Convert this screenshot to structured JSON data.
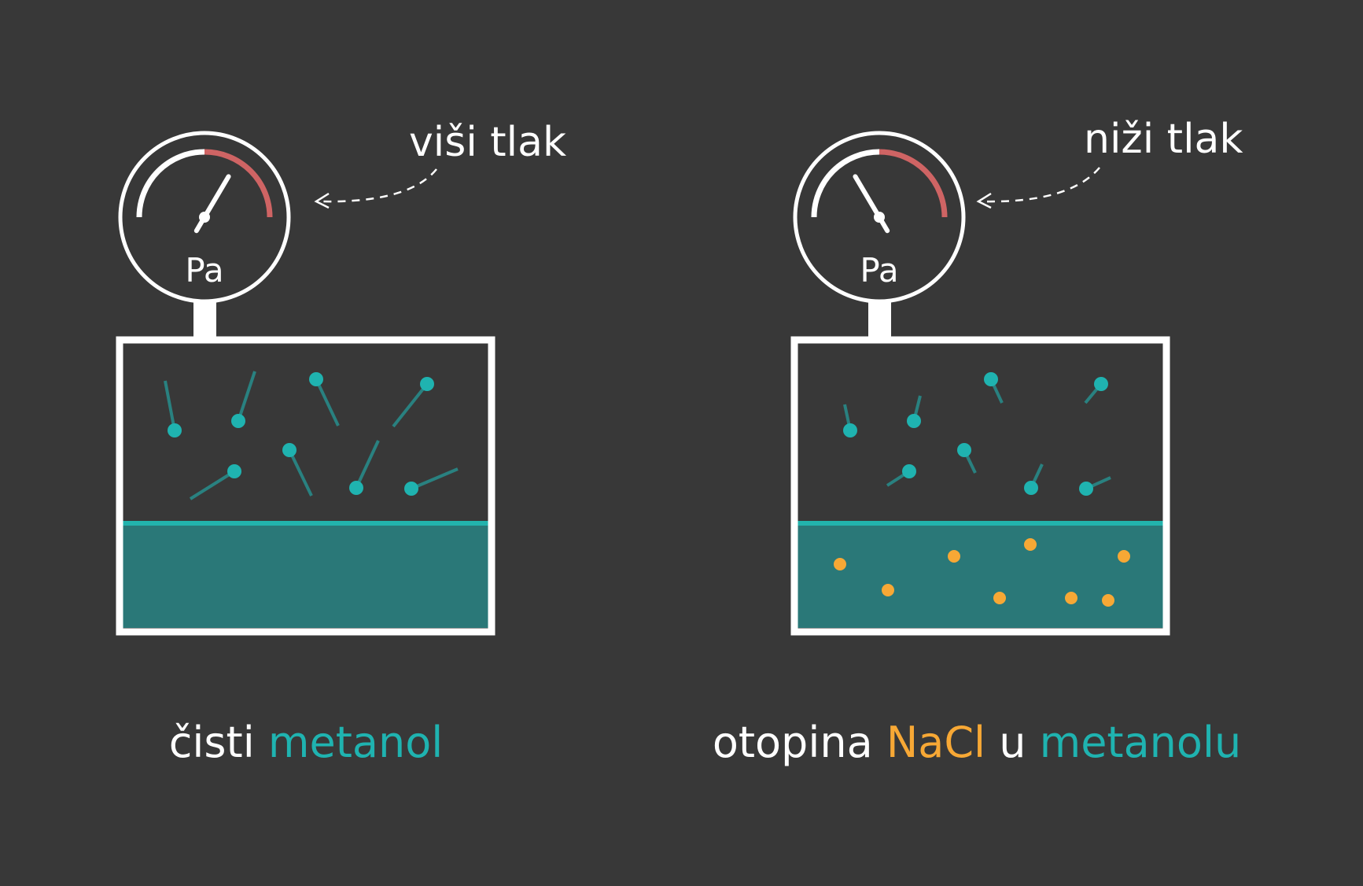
{
  "colors": {
    "background": "#383838",
    "line": "#ffffff",
    "gauge_high": "#cf6464",
    "molecule": "#1fb3b0",
    "liquid": "#2a7878",
    "liquid_surface": "#22b3ad",
    "ion": "#f7a835"
  },
  "left": {
    "annotation": "viši tlak",
    "gauge_unit": "Pa",
    "caption_part1": "čisti ",
    "caption_part2": "metanol",
    "needle_fraction": 0.67
  },
  "right": {
    "annotation": "niži tlak",
    "gauge_unit": "Pa",
    "caption_part1": "otopina ",
    "caption_part2": "NaCl",
    "caption_part3": " u ",
    "caption_part4": "metanolu",
    "needle_fraction": 0.33
  }
}
